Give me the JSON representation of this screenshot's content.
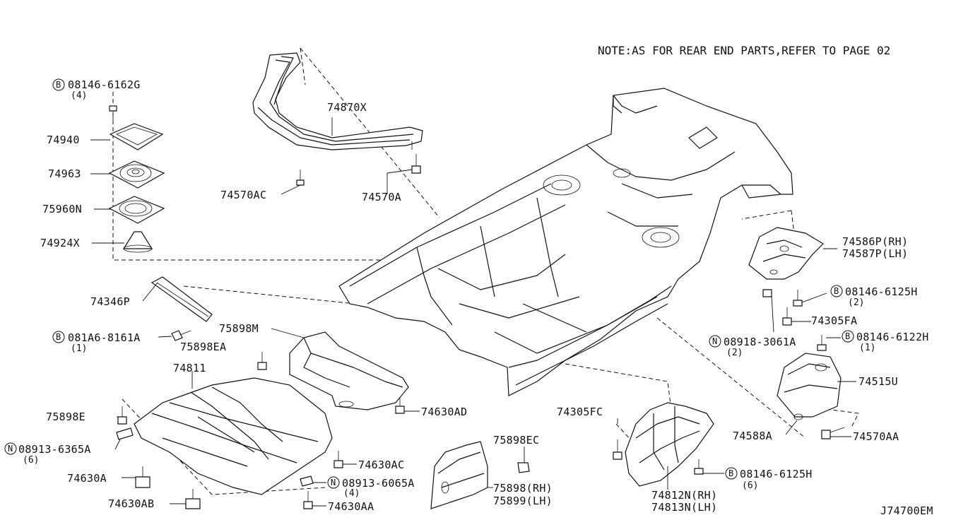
{
  "note": "NOTE:AS FOR REAR END PARTS,REFER TO PAGE 02",
  "diagram_id": "J74700EM",
  "callouts": [
    {
      "id": "c01",
      "text": "08146-6162G",
      "badge": "B",
      "qty": "(4)"
    },
    {
      "id": "c02",
      "text": "74940"
    },
    {
      "id": "c03",
      "text": "74963"
    },
    {
      "id": "c04",
      "text": "75960N"
    },
    {
      "id": "c05",
      "text": "74924X"
    },
    {
      "id": "c06",
      "text": "74870X"
    },
    {
      "id": "c07",
      "text": "74570AC"
    },
    {
      "id": "c08",
      "text": "74570A"
    },
    {
      "id": "c09",
      "text": "74346P"
    },
    {
      "id": "c10",
      "text": "081A6-8161A",
      "badge": "B",
      "qty": "(1)"
    },
    {
      "id": "c11",
      "text": "75898M"
    },
    {
      "id": "c12",
      "text": "75898EA"
    },
    {
      "id": "c13",
      "text": "74811"
    },
    {
      "id": "c14",
      "text": "75898E"
    },
    {
      "id": "c15",
      "text": "08913-6365A",
      "badge": "N",
      "qty": "(6)"
    },
    {
      "id": "c16",
      "text": "74630A"
    },
    {
      "id": "c17",
      "text": "74630AB"
    },
    {
      "id": "c18",
      "text": "74630AD"
    },
    {
      "id": "c19",
      "text": "74630AC"
    },
    {
      "id": "c20",
      "text": "08913-6065A",
      "badge": "N",
      "qty": "(4)"
    },
    {
      "id": "c21",
      "text": "74630AA"
    },
    {
      "id": "c22",
      "text": "75898EC"
    },
    {
      "id": "c23",
      "text": "75898(RH)"
    },
    {
      "id": "c24",
      "text": "75899(LH)"
    },
    {
      "id": "c25",
      "text": "74305FC"
    },
    {
      "id": "c26",
      "text": "74812N(RH)"
    },
    {
      "id": "c27",
      "text": "74813N(LH)"
    },
    {
      "id": "c28",
      "text": "08146-6125H",
      "badge": "B",
      "qty": "(6)"
    },
    {
      "id": "c29",
      "text": "74586P(RH)"
    },
    {
      "id": "c30",
      "text": "74587P(LH)"
    },
    {
      "id": "c31",
      "text": "08146-6125H",
      "badge": "B",
      "qty": "(2)"
    },
    {
      "id": "c32",
      "text": "74305FA"
    },
    {
      "id": "c33",
      "text": "08918-3061A",
      "badge": "N",
      "qty": "(2)"
    },
    {
      "id": "c34",
      "text": "08146-6122H",
      "badge": "B",
      "qty": "(1)"
    },
    {
      "id": "c35",
      "text": "74515U"
    },
    {
      "id": "c36",
      "text": "74588A"
    },
    {
      "id": "c37",
      "text": "74570AA"
    }
  ]
}
